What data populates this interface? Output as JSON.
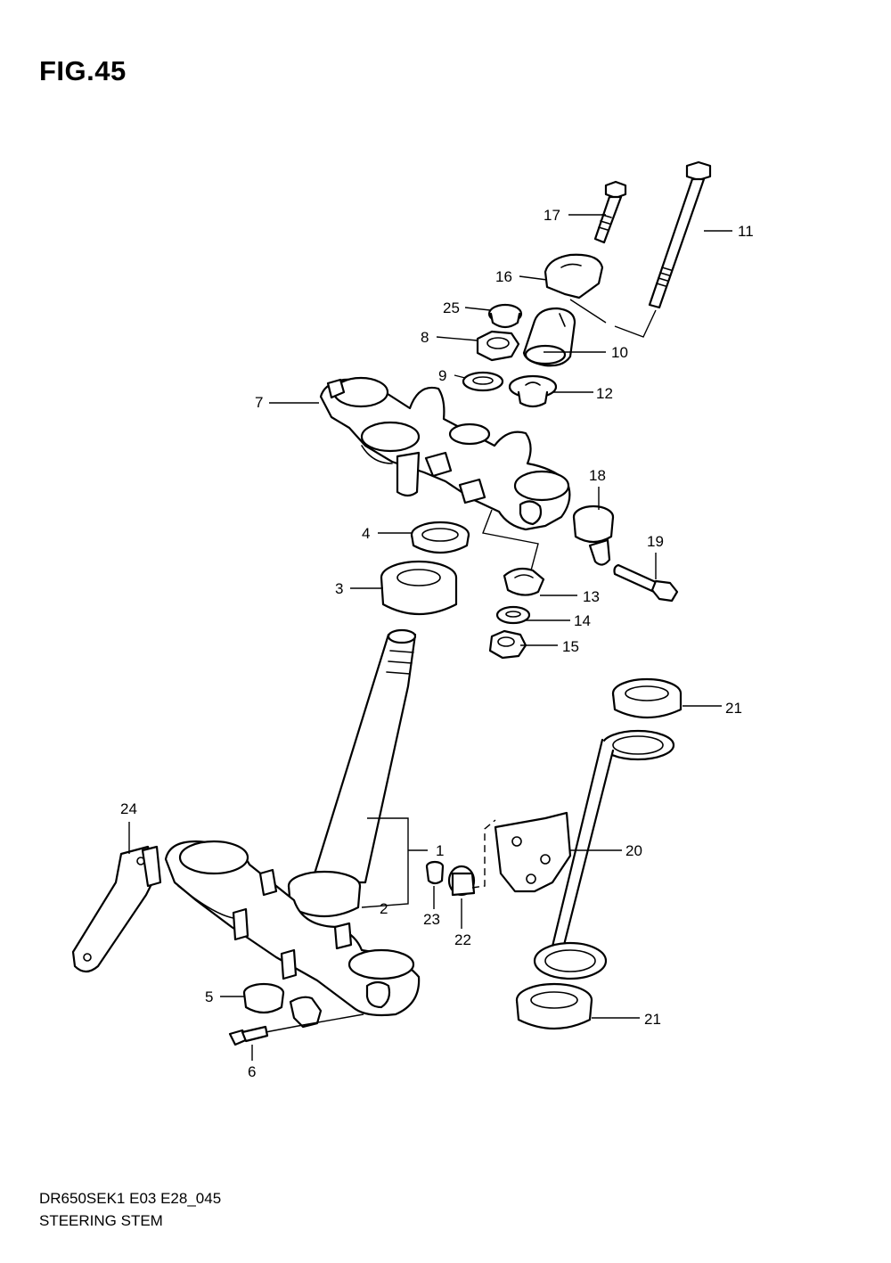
{
  "figure": {
    "title": "FIG.45"
  },
  "footer": {
    "model_code": "DR650SEK1 E03 E28_045",
    "assembly_name": "STEERING STEM"
  },
  "callouts": {
    "p1": "1",
    "p2": "2",
    "p3": "3",
    "p4": "4",
    "p5": "5",
    "p6": "6",
    "p7": "7",
    "p8": "8",
    "p9": "9",
    "p10": "10",
    "p11": "11",
    "p12": "12",
    "p13": "13",
    "p14": "14",
    "p15": "15",
    "p16": "16",
    "p17": "17",
    "p18": "18",
    "p19": "19",
    "p20": "20",
    "p21a": "21",
    "p21b": "21",
    "p22": "22",
    "p23": "23",
    "p24": "24",
    "p25": "25"
  }
}
